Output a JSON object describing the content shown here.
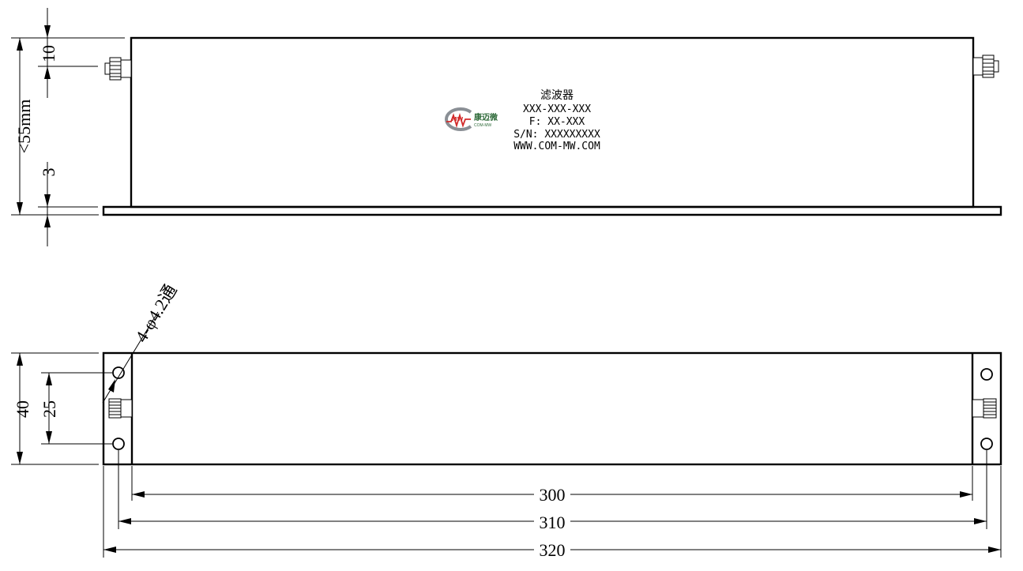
{
  "label": {
    "line1": "滤波器",
    "line2": "XXX-XXX-XXX",
    "line3": "F: XX-XXX",
    "line4": "S/N: XXXXXXXXX",
    "line5": "WWW.COM-MW.COM",
    "logo_text": "康迈微",
    "logo_sub": "COM-MW",
    "logo_mark": "MW"
  },
  "dimensions": {
    "side_height": "<55mm",
    "connector_offset": "10",
    "flange_thickness": "3",
    "width": "40",
    "hole_spacing": "25",
    "hole_callout": "4-φ4.2通",
    "body_length": "300",
    "hole_pitch_length": "310",
    "overall_length": "320"
  },
  "colors": {
    "line": "#000000",
    "logo_green": "#2f6b3a",
    "logo_red": "#d22b2b",
    "logo_grey": "#8a8f95"
  }
}
